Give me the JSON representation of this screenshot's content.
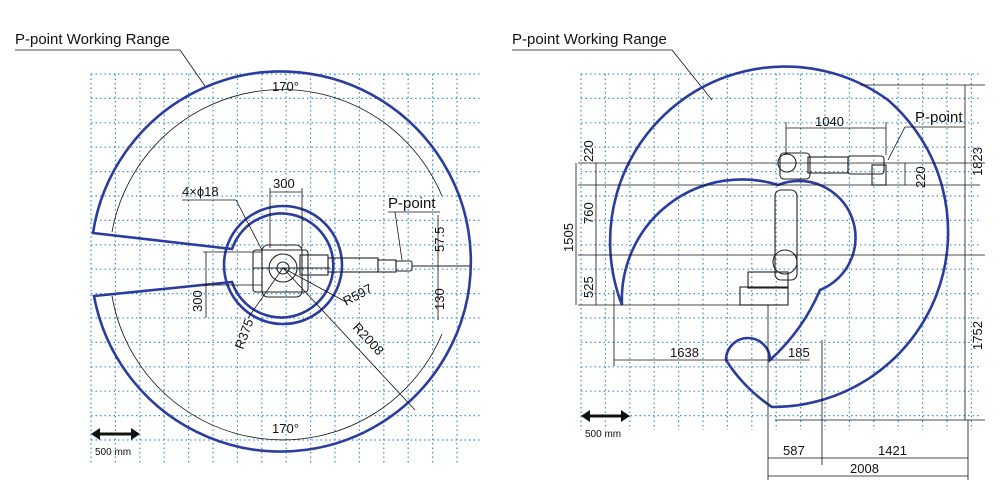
{
  "left_view": {
    "title": "P-point Working Range",
    "ppoint_label": "P-point",
    "angle_top": "170°",
    "angle_bottom": "170°",
    "hole_label": "4×ϕ18",
    "dim_300_top": "300",
    "dim_300_left": "300",
    "dim_57_5": "57.5",
    "dim_130": "130",
    "radius_597": "R597",
    "radius_375": "R375",
    "radius_2008": "R2008",
    "scale_label": "500 mm"
  },
  "right_view": {
    "title": "P-point Working Range",
    "ppoint_label": "P-point",
    "dim_1040": "1040",
    "dim_220_left": "220",
    "dim_220_right": "220",
    "dim_760": "760",
    "dim_1505": "1505",
    "dim_525": "525",
    "dim_1823": "1823",
    "dim_1752": "1752",
    "dim_1638": "1638",
    "dim_185": "185",
    "dim_587": "587",
    "dim_1421": "1421",
    "dim_2008": "2008",
    "scale_label": "500 mm"
  },
  "colors": {
    "grid": "#3d8fd6",
    "range": "#2a3d9e"
  }
}
